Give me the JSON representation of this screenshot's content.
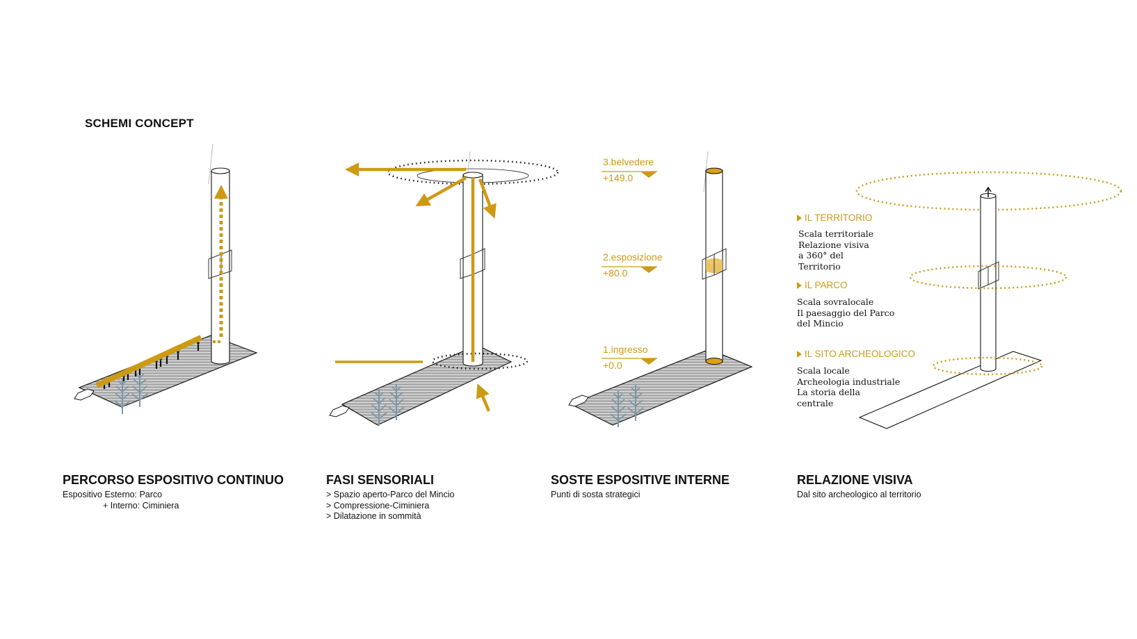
{
  "title": "SCHEMI CONCEPT",
  "colors": {
    "accent": "#cd9a14",
    "tree": "#7a97a8",
    "deck": "#a9a9a9",
    "line": "#1a1a1a"
  },
  "panels": [
    {
      "title": "PERCORSO ESPOSITIVO CONTINUO",
      "lines": [
        "Espositivo Esterno: Parco",
        "+ Interno: Ciminiera"
      ]
    },
    {
      "title": "FASI SENSORIALI",
      "lines": [
        "> Spazio aperto-Parco del Mincio",
        "> Compressione-Ciminiera",
        "> Dilatazione in sommità"
      ]
    },
    {
      "title": "SOSTE ESPOSITIVE INTERNE",
      "lines": [
        "Punti di sosta strategici"
      ],
      "levels": [
        {
          "name": "3.belvedere",
          "elevation": "+149.0"
        },
        {
          "name": "2.esposizione",
          "elevation": "+80.0"
        },
        {
          "name": "1.ingresso",
          "elevation": "+0.0"
        }
      ]
    },
    {
      "title": "RELAZIONE VISIVA",
      "lines": [
        "Dal sito archeologico al territorio"
      ],
      "sections": [
        {
          "heading": "IL TERRITORIO",
          "text": [
            "Scala territoriale",
            "Relazione visiva",
            "a 360° del",
            "Territorio"
          ]
        },
        {
          "heading": "IL PARCO",
          "text": [
            "Scala sovralocale",
            "Il paesaggio del Parco",
            "del Mincio"
          ]
        },
        {
          "heading": "IL SITO ARCHEOLOGICO",
          "text": [
            "Scala locale",
            "Archeologia industriale",
            "La storia della",
            "centrale"
          ]
        }
      ]
    }
  ]
}
